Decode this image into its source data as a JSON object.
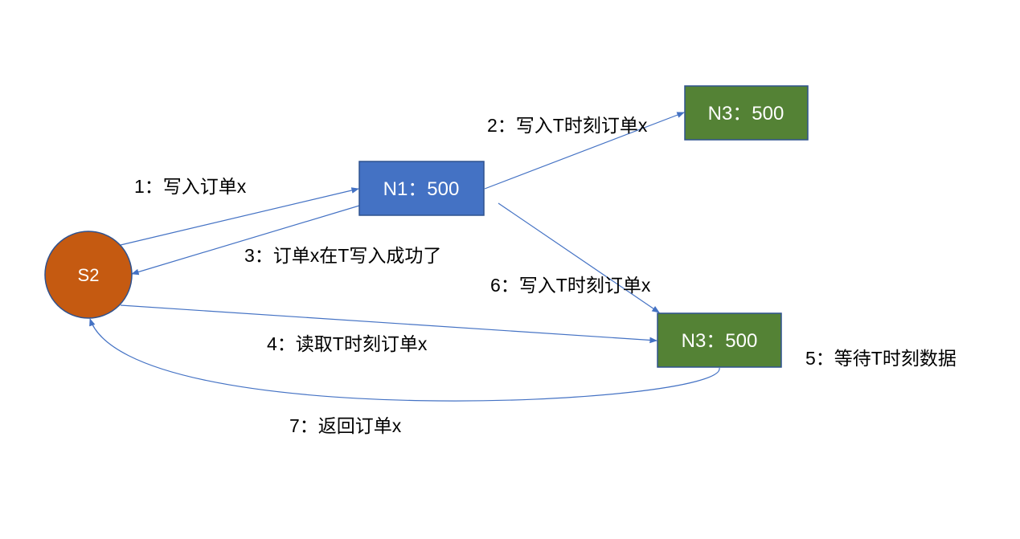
{
  "nodes": {
    "s2": {
      "label": "S2"
    },
    "n1": {
      "label": "N1：500"
    },
    "n3_top": {
      "label": "N3：500"
    },
    "n3_bottom": {
      "label": "N3：500"
    }
  },
  "steps": {
    "step1": "1：写入订单x",
    "step2": "2：写入T时刻订单x",
    "step3": "3：订单x在T写入成功了",
    "step4": "4：读取T时刻订单x",
    "step5": "5：等待T时刻数据",
    "step6": "6：写入T时刻订单x",
    "step7": "7：返回订单x"
  },
  "colors": {
    "s2_fill": "#c55a11",
    "n1_fill": "#4472c4",
    "n3_fill": "#548235",
    "node_stroke": "#2f528f",
    "edge": "#4472c4"
  }
}
